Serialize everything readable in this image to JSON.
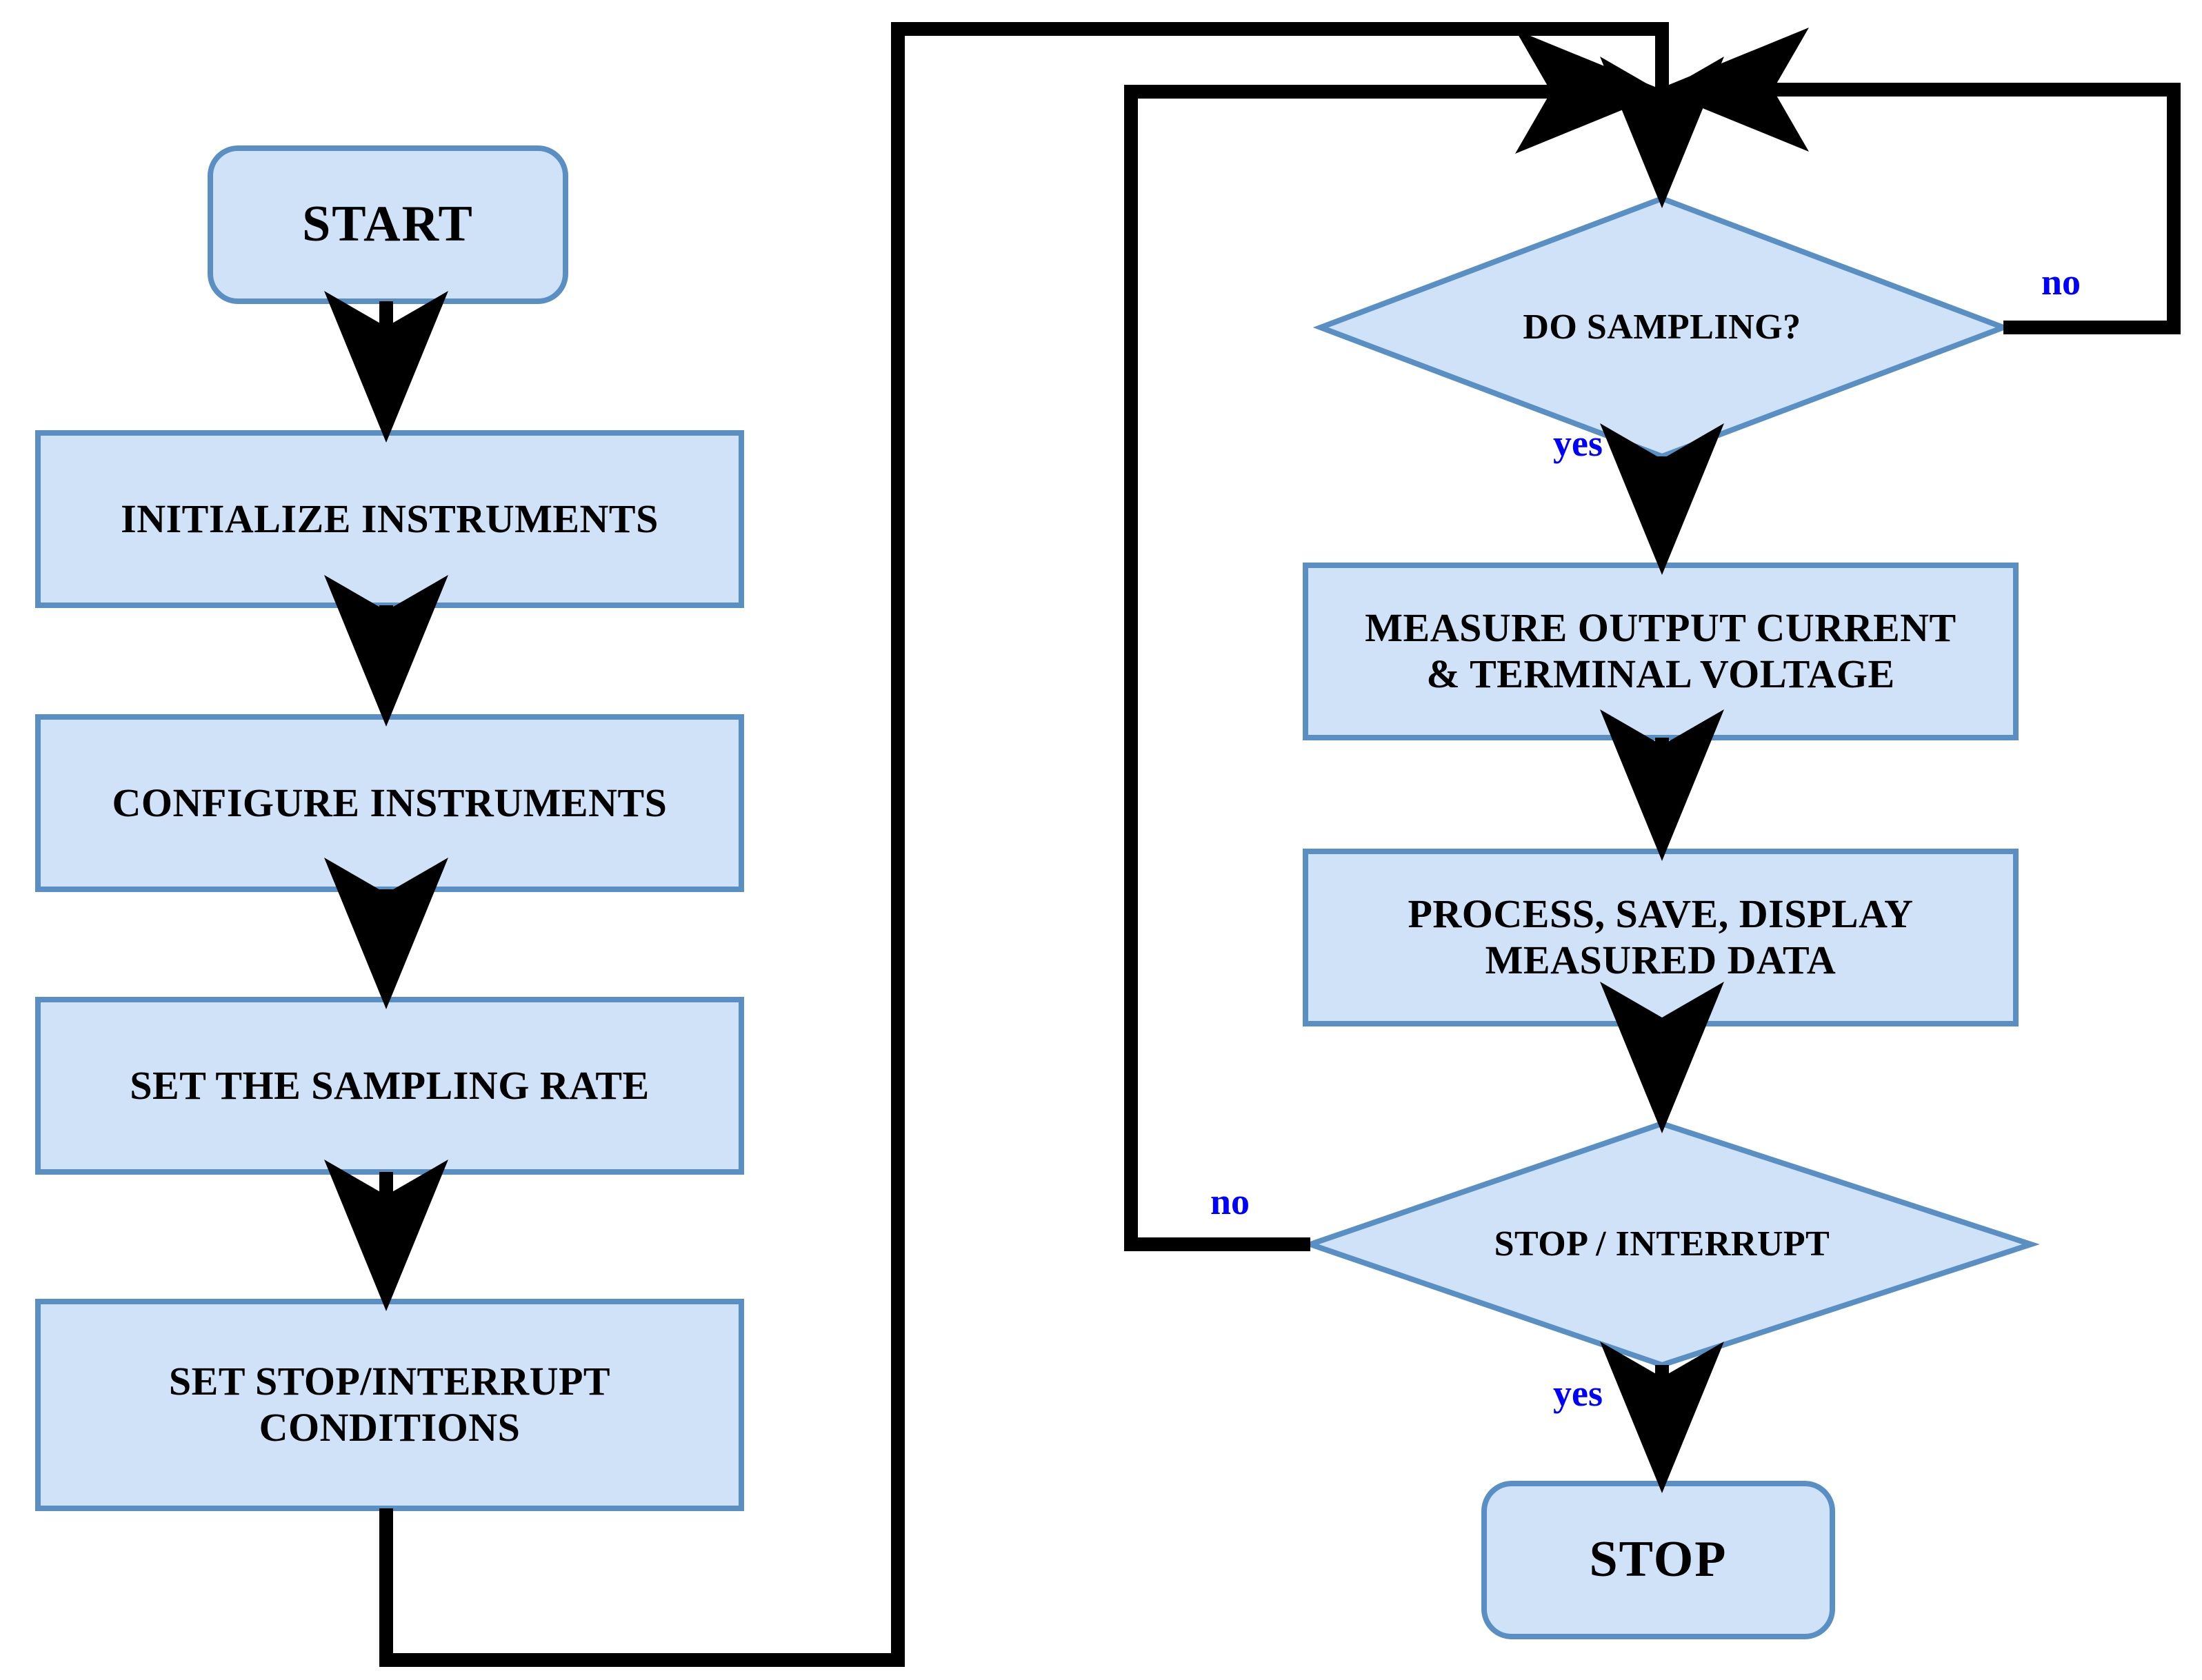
{
  "diagram": {
    "title": "Instrument sampling control flowchart",
    "colors": {
      "node_fill": "#cfe2f7",
      "node_stroke": "#5a8fc4",
      "connector": "#000000",
      "edge_label": "#0000ff",
      "background": "#ffffff",
      "text": "#000000"
    },
    "nodes": [
      {
        "id": "start",
        "type": "terminal",
        "label": "START"
      },
      {
        "id": "initialize",
        "type": "process",
        "label": "INITIALIZE INSTRUMENTS"
      },
      {
        "id": "configure",
        "type": "process",
        "label": "CONFIGURE INSTRUMENTS"
      },
      {
        "id": "sampling_rate",
        "type": "process",
        "label": "SET THE SAMPLING RATE"
      },
      {
        "id": "stop_cond",
        "type": "process",
        "label": "SET STOP/INTERRUPT\nCONDITIONS"
      },
      {
        "id": "do_sampling",
        "type": "decision",
        "label": "DO SAMPLING?"
      },
      {
        "id": "measure",
        "type": "process",
        "label": "MEASURE OUTPUT CURRENT\n& TERMINAL VOLTAGE"
      },
      {
        "id": "process_data",
        "type": "process",
        "label": "PROCESS, SAVE, DISPLAY\nMEASURED DATA"
      },
      {
        "id": "stop_check",
        "type": "decision",
        "label": "STOP / INTERRUPT"
      },
      {
        "id": "stop",
        "type": "terminal",
        "label": "STOP"
      }
    ],
    "edges": [
      {
        "from": "start",
        "to": "initialize",
        "label": ""
      },
      {
        "from": "initialize",
        "to": "configure",
        "label": ""
      },
      {
        "from": "configure",
        "to": "sampling_rate",
        "label": ""
      },
      {
        "from": "sampling_rate",
        "to": "stop_cond",
        "label": ""
      },
      {
        "from": "stop_cond",
        "to": "do_sampling",
        "label": ""
      },
      {
        "from": "do_sampling",
        "to": "measure",
        "label": "yes"
      },
      {
        "from": "do_sampling",
        "to": "do_sampling",
        "label": "no"
      },
      {
        "from": "measure",
        "to": "process_data",
        "label": ""
      },
      {
        "from": "process_data",
        "to": "stop_check",
        "label": ""
      },
      {
        "from": "stop_check",
        "to": "do_sampling",
        "label": "no"
      },
      {
        "from": "stop_check",
        "to": "stop",
        "label": "yes"
      }
    ],
    "edge_labels": {
      "do_sampling_no": "no",
      "do_sampling_yes": "yes",
      "stop_check_no": "no",
      "stop_check_yes": "yes"
    }
  }
}
